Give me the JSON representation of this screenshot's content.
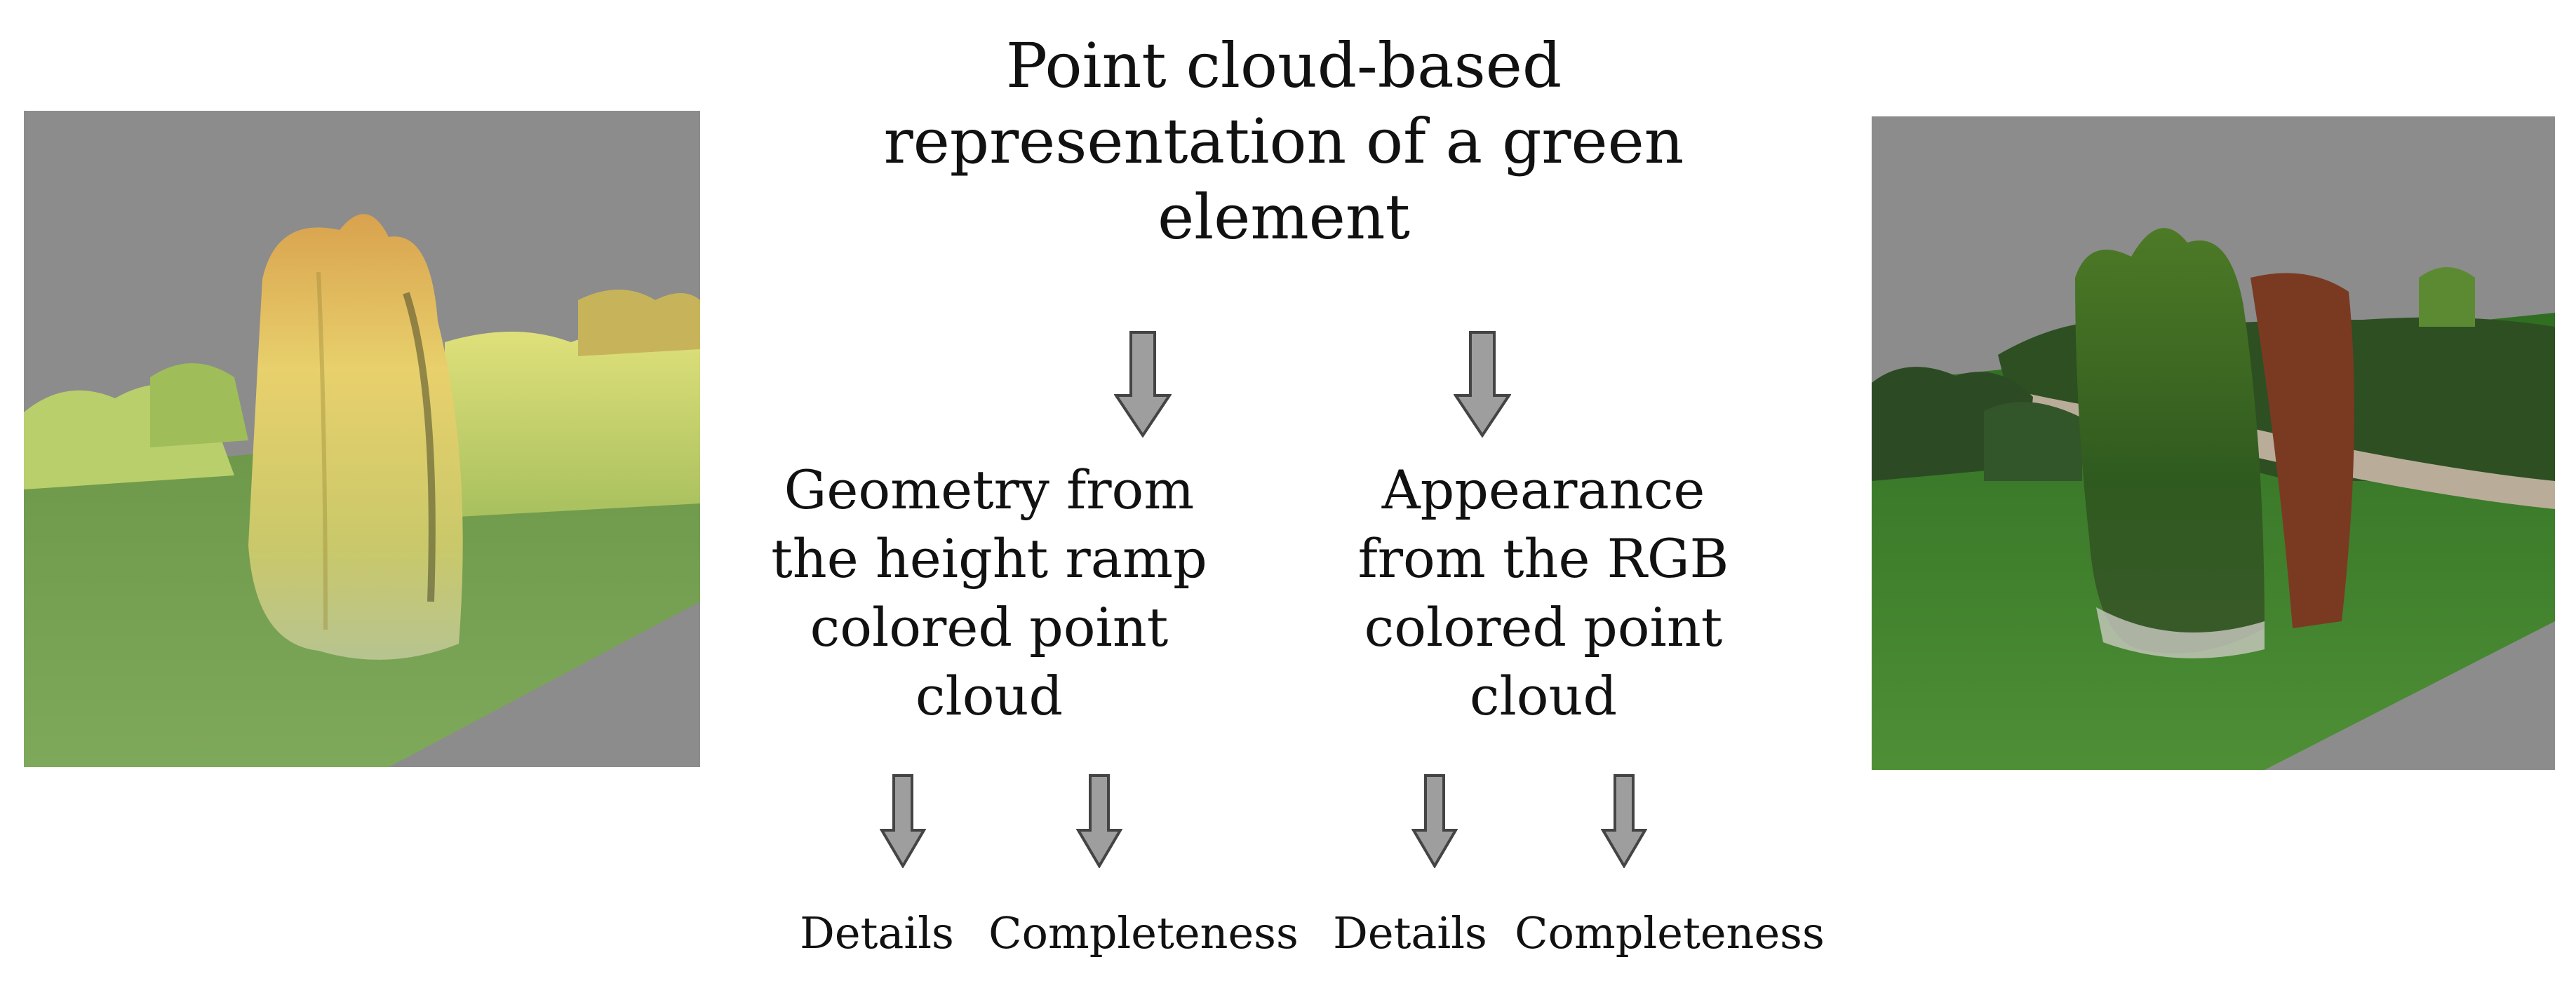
{
  "title": "Point cloud-based\nrepresentation of a green\nelement",
  "left_branch": "Geometry from\nthe height ramp\ncolored point\ncloud",
  "right_branch": "Appearance\nfrom the RGB\ncolored point\ncloud",
  "leaves": {
    "geometry_details": "Details",
    "geometry_completeness": "Completeness",
    "appearance_details": "Details",
    "appearance_completeness": "Completeness"
  },
  "colors": {
    "arrow_fill": "#9e9e9e",
    "arrow_stroke": "#444444",
    "sky_gray": "#8c8c8c",
    "height_ramp_green": "#6f9a4a",
    "height_ramp_yellow": "#e6cf6a",
    "rgb_grass": "#3f7d2a",
    "rgb_foliage": "#2f5a1f",
    "rgb_brown": "#7a3a22"
  }
}
